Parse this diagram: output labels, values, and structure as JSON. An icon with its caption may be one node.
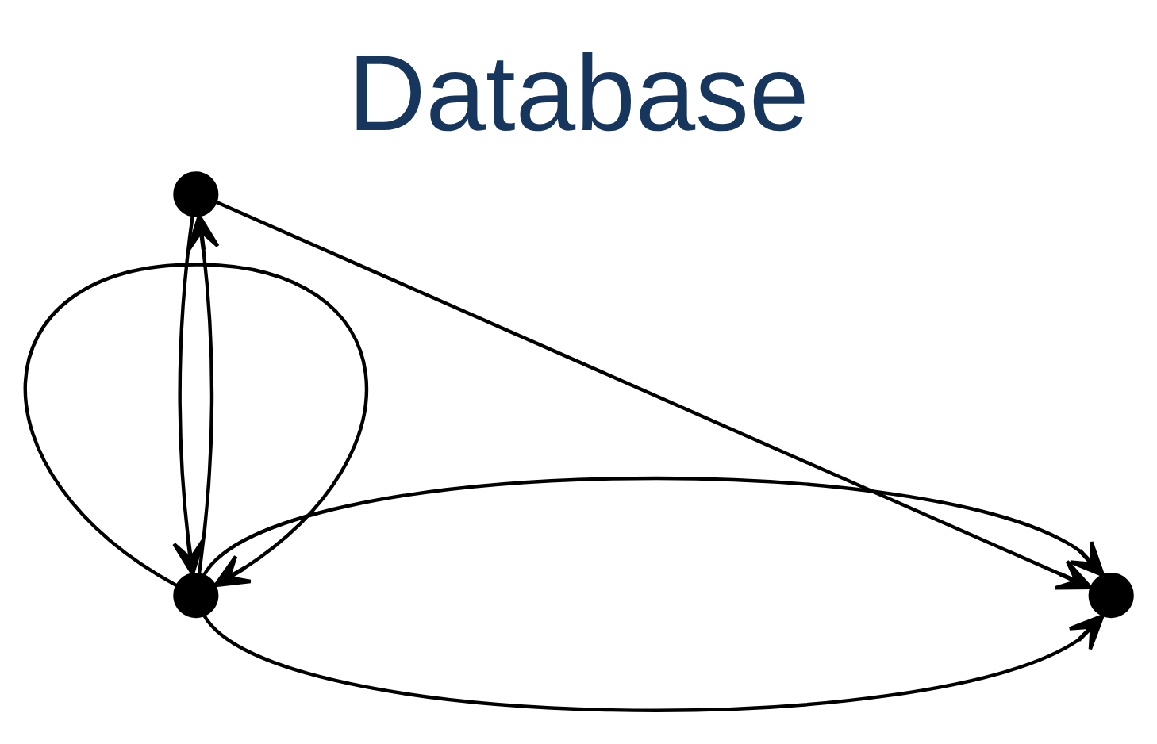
{
  "diagram": {
    "title": "Database",
    "nodes": [
      {
        "text": [],
        "shape": "circle"
      },
      {
        "text": [],
        "shape": "circle"
      },
      {
        "text": [],
        "shape": "circle"
      }
    ],
    "edges": [
      {
        "from": 0,
        "to": 0,
        "arrow": "to"
      },
      {
        "from": 0,
        "to": 1,
        "arrow": "to"
      },
      {
        "from": 0,
        "to": 1,
        "arrow": "to"
      },
      {
        "from": 0,
        "to": 2,
        "arrow": "to"
      },
      {
        "from": 2,
        "to": 0,
        "arrow": "to"
      },
      {
        "from": 2,
        "to": 1,
        "arrow": "to"
      }
    ]
  }
}
